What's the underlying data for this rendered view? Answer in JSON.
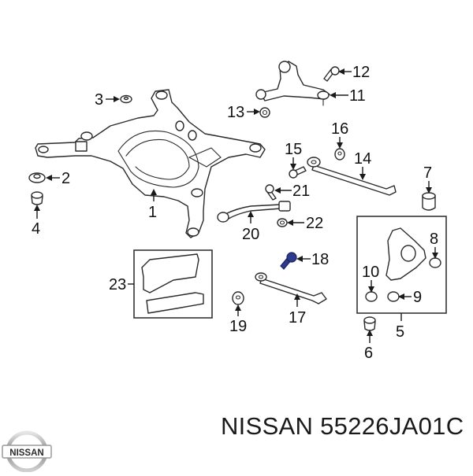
{
  "diagram": {
    "title": "Rear suspension subframe exploded parts diagram",
    "highlight_color": "#2e3a8c",
    "highlighted_part": "18",
    "callouts": [
      {
        "id": "1",
        "label": "1"
      },
      {
        "id": "2",
        "label": "2"
      },
      {
        "id": "3",
        "label": "3"
      },
      {
        "id": "4",
        "label": "4"
      },
      {
        "id": "5",
        "label": "5"
      },
      {
        "id": "6",
        "label": "6"
      },
      {
        "id": "7",
        "label": "7"
      },
      {
        "id": "8",
        "label": "8"
      },
      {
        "id": "9",
        "label": "9"
      },
      {
        "id": "10",
        "label": "10"
      },
      {
        "id": "11",
        "label": "11"
      },
      {
        "id": "12",
        "label": "12"
      },
      {
        "id": "13",
        "label": "13"
      },
      {
        "id": "14",
        "label": "14"
      },
      {
        "id": "15",
        "label": "15"
      },
      {
        "id": "16",
        "label": "16"
      },
      {
        "id": "17",
        "label": "17"
      },
      {
        "id": "18",
        "label": "18"
      },
      {
        "id": "19",
        "label": "19"
      },
      {
        "id": "20",
        "label": "20"
      },
      {
        "id": "21",
        "label": "21"
      },
      {
        "id": "22",
        "label": "22"
      },
      {
        "id": "23",
        "label": "23"
      }
    ]
  },
  "footer": {
    "brand_logo_text": "NISSAN",
    "part_caption": "NISSAN 55226JA01C"
  }
}
